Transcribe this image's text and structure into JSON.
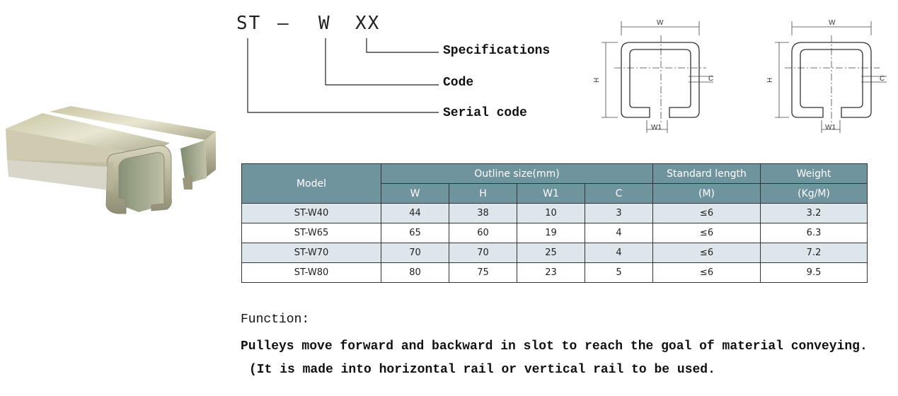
{
  "model_code": {
    "prefix": "ST",
    "dash": "—",
    "code": "W",
    "spec": "XX",
    "labels": {
      "specifications": "Specifications",
      "code": "Code",
      "serial": "Serial code"
    }
  },
  "drawing_labels": {
    "w": "W",
    "h": "H",
    "c": "C",
    "w1": "W1"
  },
  "table": {
    "header": {
      "model": "Model",
      "outline": "Outline size(mm)",
      "standard_length": "Standard length",
      "weight": "Weight",
      "w": "W",
      "h": "H",
      "w1": "W1",
      "c": "C",
      "length_unit": "(M)",
      "weight_unit": "(Kg/M)"
    },
    "rows": [
      {
        "model": "ST-W40",
        "w": "44",
        "h": "38",
        "w1": "10",
        "c": "3",
        "length": "≤6",
        "weight": "3.2"
      },
      {
        "model": "ST-W65",
        "w": "65",
        "h": "60",
        "w1": "19",
        "c": "4",
        "length": "≤6",
        "weight": "6.3"
      },
      {
        "model": "ST-W70",
        "w": "70",
        "h": "70",
        "w1": "25",
        "c": "4",
        "length": "≤6",
        "weight": "7.2"
      },
      {
        "model": "ST-W80",
        "w": "80",
        "h": "75",
        "w1": "23",
        "c": "5",
        "length": "≤6",
        "weight": "9.5"
      }
    ]
  },
  "function": {
    "heading": "Function:",
    "line1": "Pulleys move forward and backward in slot to reach the goal of material conveying.",
    "line2": "(It is made into horizontal rail or vertical rail to be used."
  }
}
